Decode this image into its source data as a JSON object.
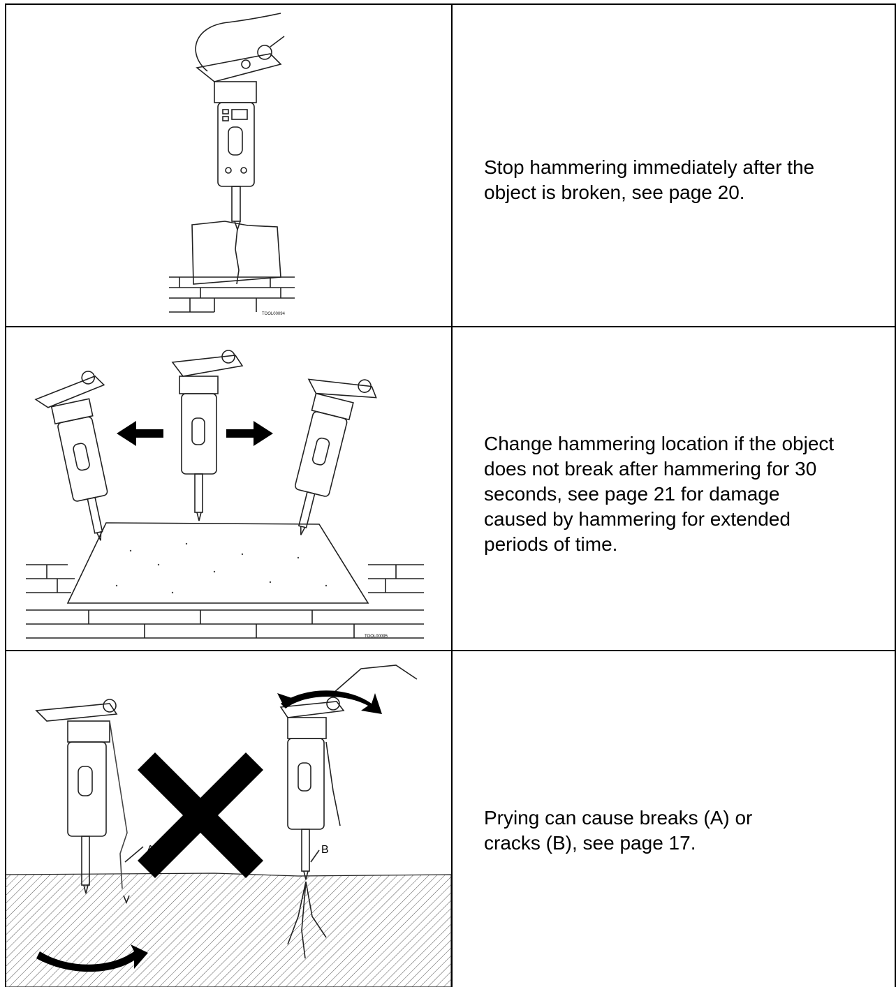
{
  "rows": [
    {
      "text": "Stop hammering immediately after the\nobject is broken, see page 20.",
      "figure_code": "TOOL00094"
    },
    {
      "text": "Change hammering location if the object\ndoes not break after hammering for 30\nseconds, see page 21 for damage\ncaused by hammering for extended\nperiods of time.",
      "figure_code": "TOOL00095"
    },
    {
      "text": "Prying can cause breaks (A) or\ncracks (B), see page 17.",
      "label_a": "A",
      "label_b": "B"
    }
  ]
}
